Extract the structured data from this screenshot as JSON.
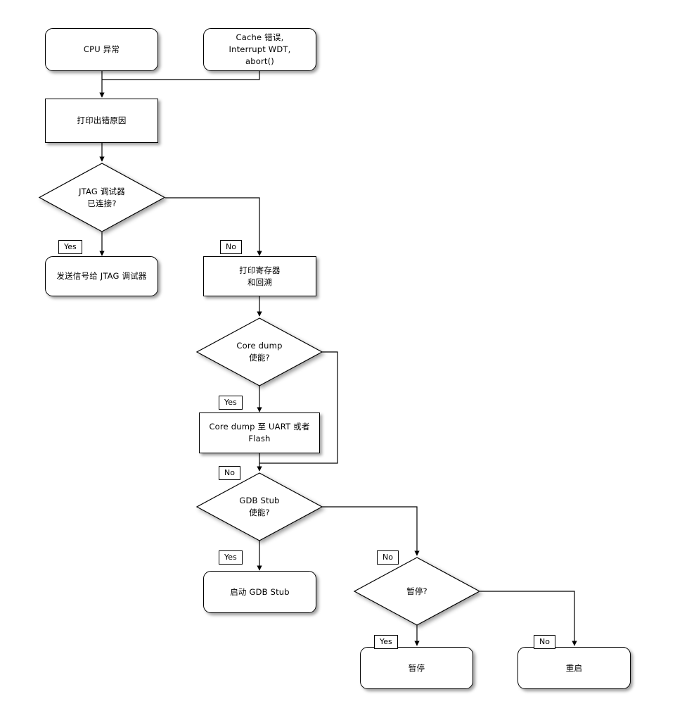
{
  "diagram": {
    "title": "ESP32 Panic Handler Flowchart",
    "language": "zh-CN",
    "background_color": "#ffffff",
    "line_color": "#000000",
    "node_fill": "#ffffff"
  },
  "nodes": [
    {
      "id": "cpu_exception",
      "shape": "rounded",
      "text": "CPU 异常"
    },
    {
      "id": "cache_error",
      "shape": "rounded",
      "text": "Cache 错误,\nInterrupt WDT,\nabort()"
    },
    {
      "id": "print_reason",
      "shape": "rect",
      "text": "打印出错原因"
    },
    {
      "id": "jtag_decision",
      "shape": "diamond",
      "text": "JTAG 调试器\n已连接?"
    },
    {
      "id": "signal_jtag",
      "shape": "rounded",
      "text": "发送信号给 JTAG 调试器"
    },
    {
      "id": "print_registers",
      "shape": "rect",
      "text": "打印寄存器\n和回溯"
    },
    {
      "id": "coredump_decision",
      "shape": "diamond",
      "text": "Core dump\n使能?"
    },
    {
      "id": "coredump_write",
      "shape": "rect",
      "text": "Core dump 至 UART 或者 Flash"
    },
    {
      "id": "gdbstub_decision",
      "shape": "diamond",
      "text": "GDB Stub\n使能?"
    },
    {
      "id": "start_gdbstub",
      "shape": "rounded",
      "text": "启动 GDB Stub"
    },
    {
      "id": "halt_decision",
      "shape": "diamond",
      "text": "暂停?"
    },
    {
      "id": "halt",
      "shape": "rounded",
      "text": "暂停"
    },
    {
      "id": "reboot",
      "shape": "rounded",
      "text": "重启"
    }
  ],
  "edge_labels": {
    "jtag_yes": "Yes",
    "jtag_no": "No",
    "coredump_yes": "Yes",
    "coredump_no": "No",
    "gdbstub_yes": "Yes",
    "gdbstub_no": "No",
    "halt_yes": "Yes",
    "halt_no": "No"
  }
}
